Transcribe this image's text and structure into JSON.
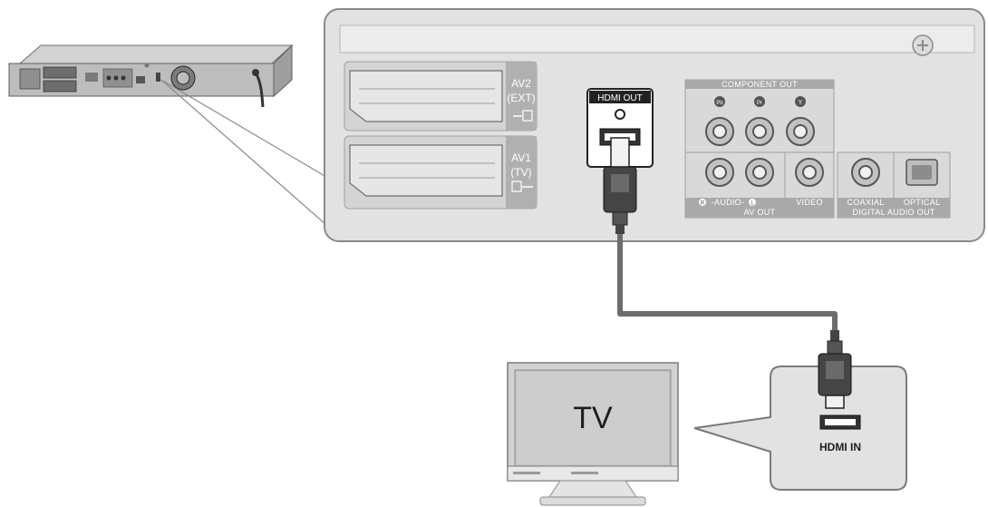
{
  "diagram": {
    "scart_top": {
      "line1": "AV2",
      "line2": "(EXT)"
    },
    "scart_bottom": {
      "line1": "AV1",
      "line2": "(TV)"
    },
    "hdmi_out": "HDMI OUT",
    "component_out": {
      "title": "COMPONENT OUT",
      "jacks": [
        "Pb",
        "Pr",
        "Y"
      ]
    },
    "av_out": {
      "audio": "-AUDIO-",
      "audio_r": "R",
      "audio_l": "L",
      "video": "VIDEO",
      "title": "AV OUT"
    },
    "digital_audio_out": {
      "coaxial": "COAXIAL",
      "optical": "OPTICAL",
      "title": "DIGITAL AUDIO OUT"
    },
    "tv_label": "TV",
    "hdmi_in": "HDMI IN"
  },
  "colors": {
    "panel": "#e4e4e4",
    "panel_border": "#8a8a8a",
    "label_bar": "#a9a9a9",
    "cable": "#6d6d6d",
    "text_dark": "#1e1e1e"
  }
}
